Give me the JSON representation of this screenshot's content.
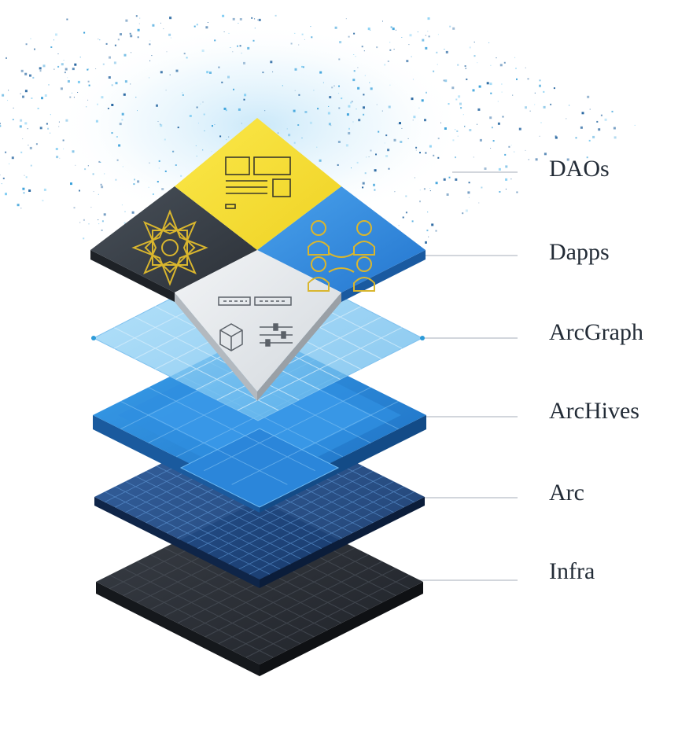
{
  "diagram": {
    "layers": [
      {
        "label": "DAOs"
      },
      {
        "label": "Dapps"
      },
      {
        "label": "ArcGraph"
      },
      {
        "label": "ArcHives"
      },
      {
        "label": "Arc"
      },
      {
        "label": "Infra"
      }
    ]
  },
  "colors": {
    "label_text": "#222b36",
    "connector": "#b8bec6",
    "infra_dark": "#2a2e35",
    "arc_navy": "#1c3f75",
    "archives_blue": "#2a7fd0",
    "arcgraph_light": "#8fcaf0",
    "dapps_yellow": "#f5de35",
    "dapps_charcoal": "#3a4048",
    "dapps_blue": "#3389df",
    "dapps_silver": "#e3e7ea",
    "icon_gold": "#d9b62e",
    "particles": "#2e9bd8"
  }
}
